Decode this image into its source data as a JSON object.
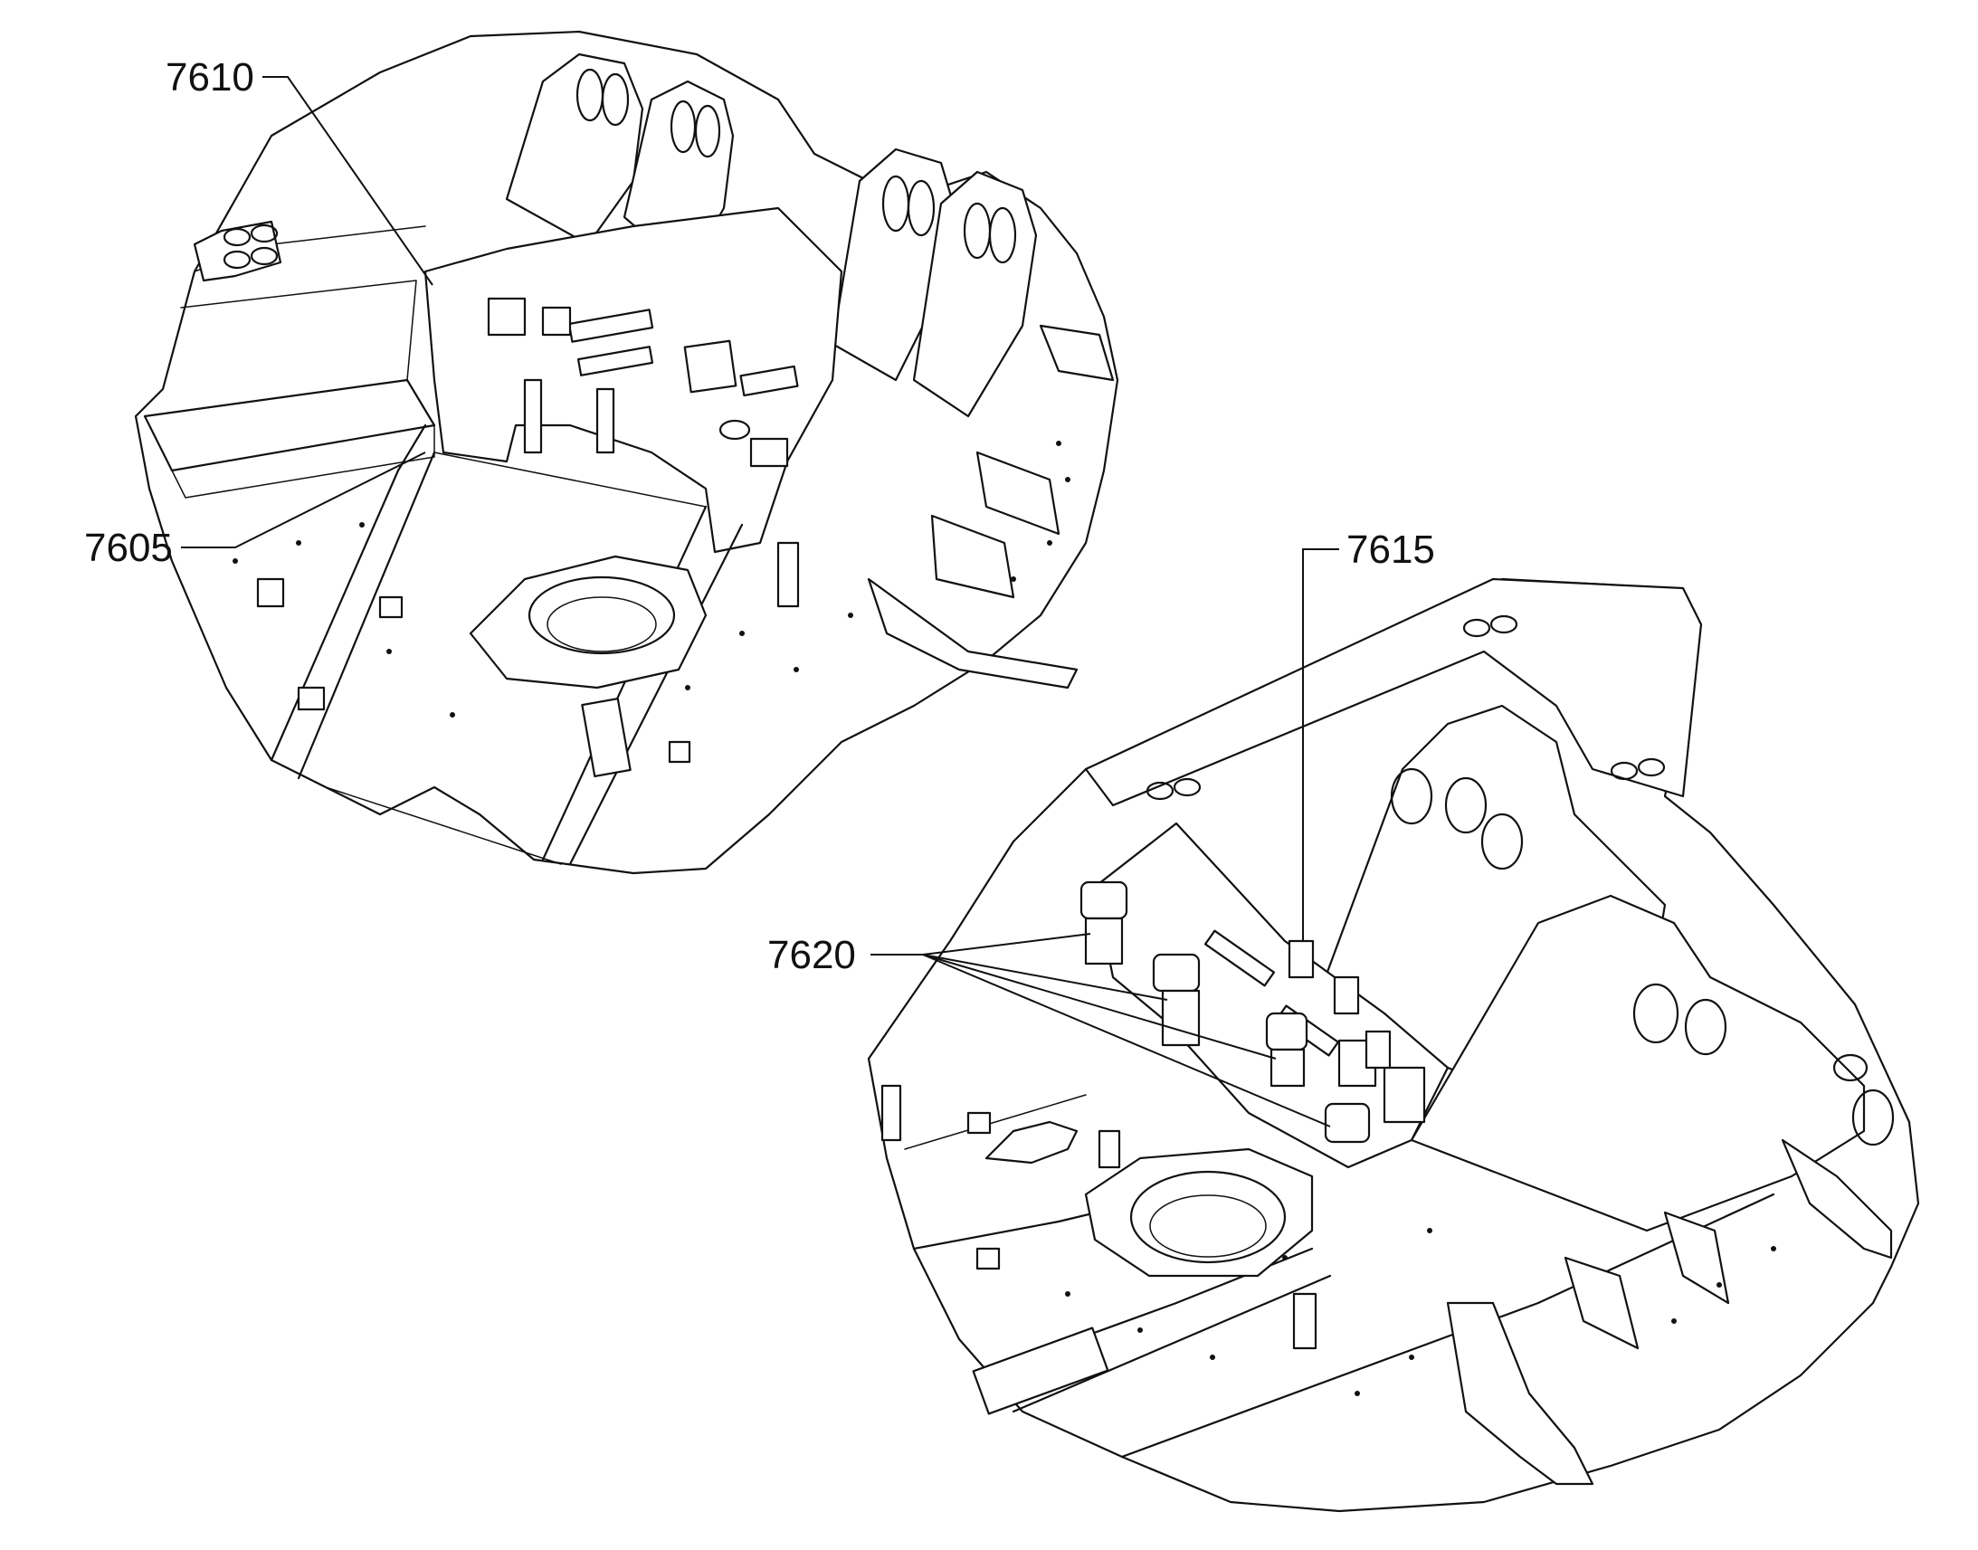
{
  "callouts": {
    "c7610": "7610",
    "c7605": "7605",
    "c7615": "7615",
    "c7620": "7620"
  },
  "colors": {
    "line": "#111111",
    "background": "#ffffff"
  }
}
